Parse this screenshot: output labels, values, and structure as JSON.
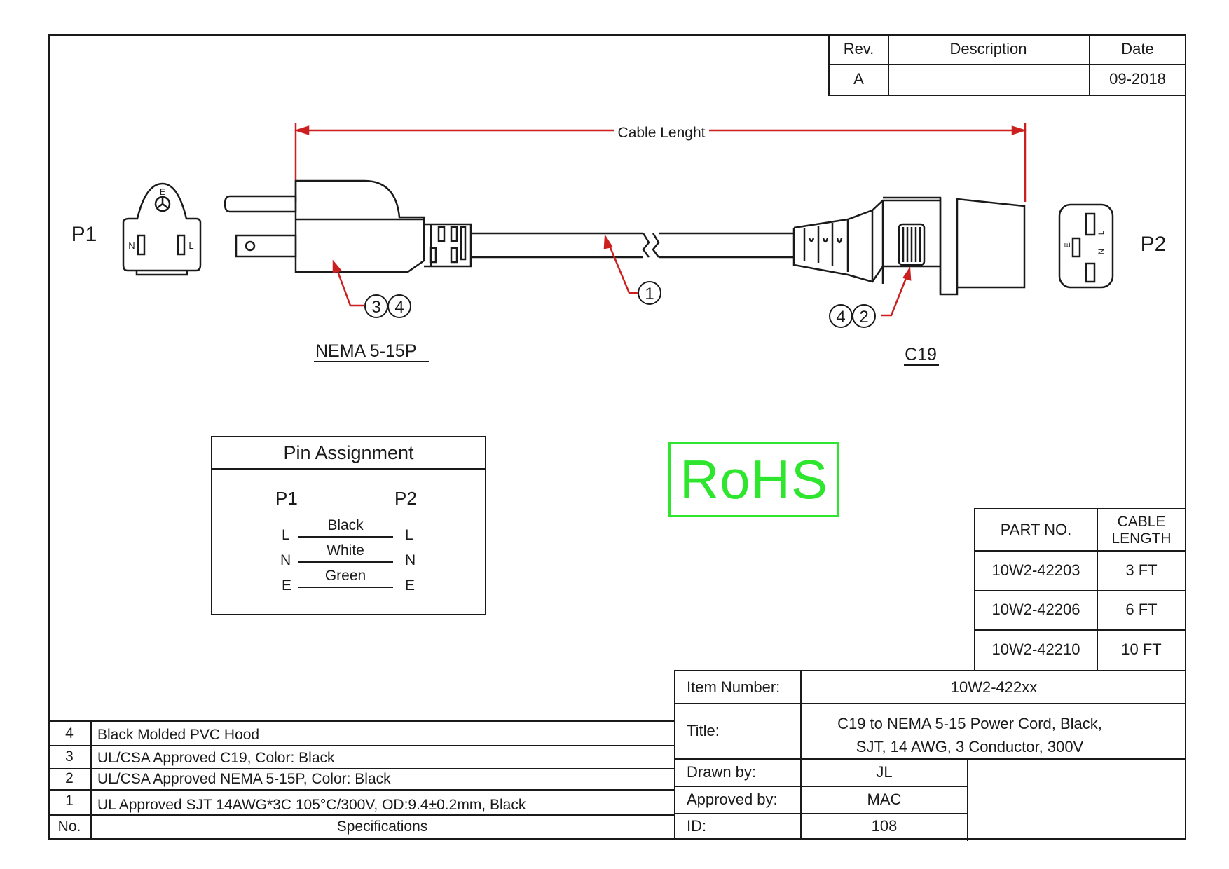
{
  "revision_table": {
    "headers": [
      "Rev.",
      "Description",
      "Date"
    ],
    "rev": "A",
    "description": "",
    "date": "09-2018"
  },
  "drawing": {
    "cable_length_label": "Cable Lenght",
    "p1_label": "P1",
    "p2_label": "P2",
    "p1_face": {
      "e": "E",
      "n": "N",
      "l": "L"
    },
    "p2_face": {
      "e": "E",
      "n": "N",
      "l": "L"
    },
    "connector_left": "NEMA 5-15P",
    "connector_right": "C19",
    "callout_cable": "1",
    "callout_left": [
      "3",
      "4"
    ],
    "callout_right": [
      "4",
      "2"
    ],
    "leader_color": "#cc1f1f"
  },
  "pin_assignment": {
    "title": "Pin Assignment",
    "col_left": "P1",
    "col_right": "P2",
    "rows": [
      {
        "left": "L",
        "wire": "Black",
        "right": "L"
      },
      {
        "left": "N",
        "wire": "White",
        "right": "N"
      },
      {
        "left": "E",
        "wire": "Green",
        "right": "E"
      }
    ]
  },
  "rohs": {
    "label": "RoHS",
    "color": "#2ee62e"
  },
  "part_table": {
    "header_part": "PART NO.",
    "header_length_line1": "CABLE",
    "header_length_line2": "LENGTH",
    "rows": [
      {
        "part": "10W2-42203",
        "length": "3 FT"
      },
      {
        "part": "10W2-42206",
        "length": "6 FT"
      },
      {
        "part": "10W2-42210",
        "length": "10 FT"
      }
    ]
  },
  "title_block": {
    "item_number_label": "Item Number:",
    "item_number": "10W2-422xx",
    "title_label": "Title:",
    "title_line1": "C19 to NEMA 5-15 Power Cord, Black,",
    "title_line2": "SJT, 14 AWG, 3 Conductor, 300V",
    "drawn_by_label": "Drawn by:",
    "drawn_by": "JL",
    "approved_by_label": "Approved by:",
    "approved_by": "MAC",
    "id_label": "ID:",
    "id": "108"
  },
  "spec_table": {
    "col_no": "No.",
    "col_spec": "Specifications",
    "rows": [
      {
        "no": "4",
        "spec": "Black Molded PVC Hood"
      },
      {
        "no": "3",
        "spec": "UL/CSA Approved C19,  Color: Black"
      },
      {
        "no": "2",
        "spec": "UL/CSA Approved NEMA 5-15P, Color: Black"
      },
      {
        "no": "1",
        "spec": "UL Approved  SJT 14AWG*3C 105°C/300V, OD:9.4±0.2mm, Black"
      }
    ]
  }
}
